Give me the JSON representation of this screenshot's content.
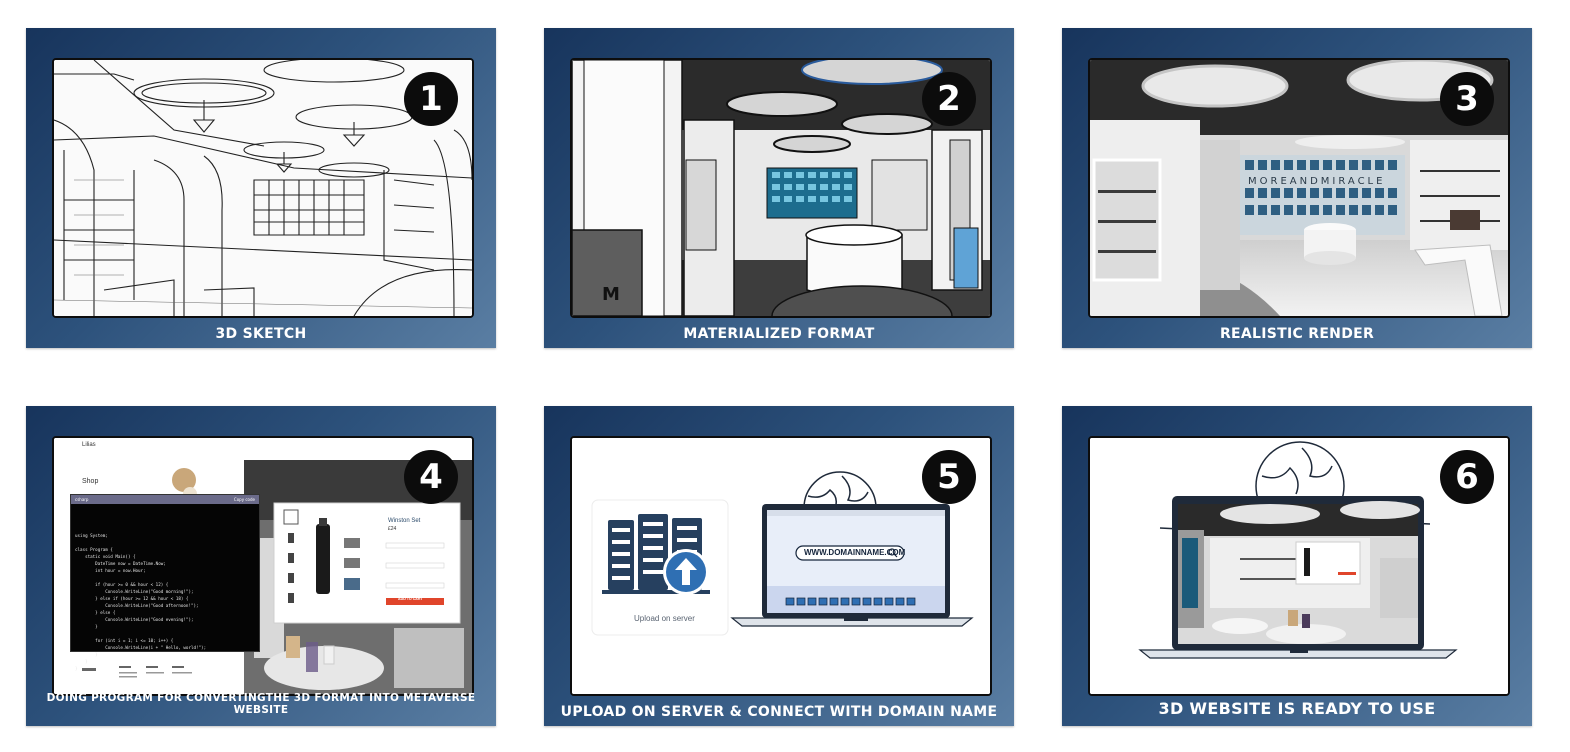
{
  "steps": [
    {
      "number": "1",
      "caption": "3D SKETCH"
    },
    {
      "number": "2",
      "caption": "MATERIALIZED FORMAT"
    },
    {
      "number": "3",
      "caption": "REALISTIC RENDER"
    },
    {
      "number": "4",
      "caption": "DOING PROGRAM FOR CONVERTINGTHE 3D FORMAT INTO METAVERSE WEBSITE"
    },
    {
      "number": "5",
      "caption": "UPLOAD ON SERVER & CONNECT WITH DOMAIN NAME"
    },
    {
      "number": "6",
      "caption": "3D WEBSITE IS READY TO USE"
    }
  ],
  "store_sign": "MOREANDMIRACLE",
  "code_window": {
    "title": "csharp",
    "copy_label": "Copy code",
    "code": "using System;\n\nclass Program {\n    static void Main() {\n        DateTime now = DateTime.Now;\n        int hour = now.Hour;\n\n        if (hour >= 0 && hour < 12) {\n            Console.WriteLine(\"Good morning!\");\n        } else if (hour >= 12 && hour < 18) {\n            Console.WriteLine(\"Good afternoon!\");\n        } else {\n            Console.WriteLine(\"Good evening!\");\n        }\n\n        for (int i = 1; i <= 10; i++) {\n            Console.WriteLine(i + \" Hello, world!\");\n        }\n    }\n}"
  },
  "shop_page": {
    "brand": "Lilias",
    "heading": "Shop"
  },
  "product": {
    "name": "Winston Set",
    "price": "£24",
    "cta": "ADD TO CART"
  },
  "upload": {
    "label": "Upload on server"
  },
  "domain": {
    "text": "WWW.DOMAINNAME.COM"
  },
  "colors": {
    "card_dark": "#17345c",
    "card_light": "#5a7ea3",
    "badge": "#0c0c0c",
    "upload_blue": "#2f6fb3",
    "server_navy": "#26405f",
    "cta_red": "#e0452b"
  },
  "icons": [
    "upload-arrow-icon",
    "server-rack-icon",
    "globe-icon",
    "search-icon",
    "laptop-icon"
  ]
}
